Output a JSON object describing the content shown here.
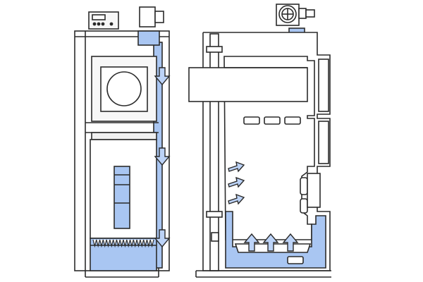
{
  "diagram": {
    "views": [
      "front-section",
      "side-section"
    ],
    "colors": {
      "outline": "#2b2b2b",
      "fill_air": "#a9c6f2",
      "arrow_fill": "#bcd3f7",
      "background": "#ffffff",
      "panel": "#f7f7f7"
    },
    "icons": [
      "controller-icon",
      "fan-icon",
      "flow-arrow-icon"
    ],
    "front_view": {
      "down_arrows": 3,
      "grate_teeth": 18
    },
    "side_view": {
      "side_arrows": 3,
      "up_arrows": 3,
      "top_vents": 3
    }
  }
}
